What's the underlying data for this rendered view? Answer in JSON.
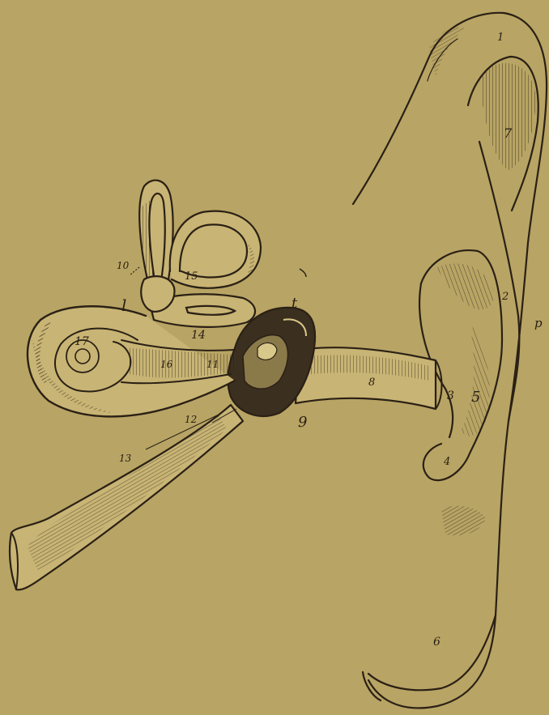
{
  "figure": {
    "background_color": "#b8a464",
    "ink_color": "#2a2015",
    "labels": [
      {
        "id": "l1",
        "text": "1"
      },
      {
        "id": "l2",
        "text": "2"
      },
      {
        "id": "l3",
        "text": "3"
      },
      {
        "id": "l4",
        "text": "4"
      },
      {
        "id": "l5",
        "text": "5"
      },
      {
        "id": "l6",
        "text": "6"
      },
      {
        "id": "l7",
        "text": "7"
      },
      {
        "id": "l8",
        "text": "8"
      },
      {
        "id": "l9",
        "text": "9"
      },
      {
        "id": "l10",
        "text": "10"
      },
      {
        "id": "l11",
        "text": "11"
      },
      {
        "id": "l12",
        "text": "12"
      },
      {
        "id": "l13",
        "text": "13"
      },
      {
        "id": "l14",
        "text": "14"
      },
      {
        "id": "l15",
        "text": "15"
      },
      {
        "id": "l16",
        "text": "16"
      },
      {
        "id": "l17",
        "text": "17"
      },
      {
        "id": "lt",
        "text": "t"
      },
      {
        "id": "ll",
        "text": "l"
      },
      {
        "id": "lp",
        "text": "p"
      }
    ]
  }
}
